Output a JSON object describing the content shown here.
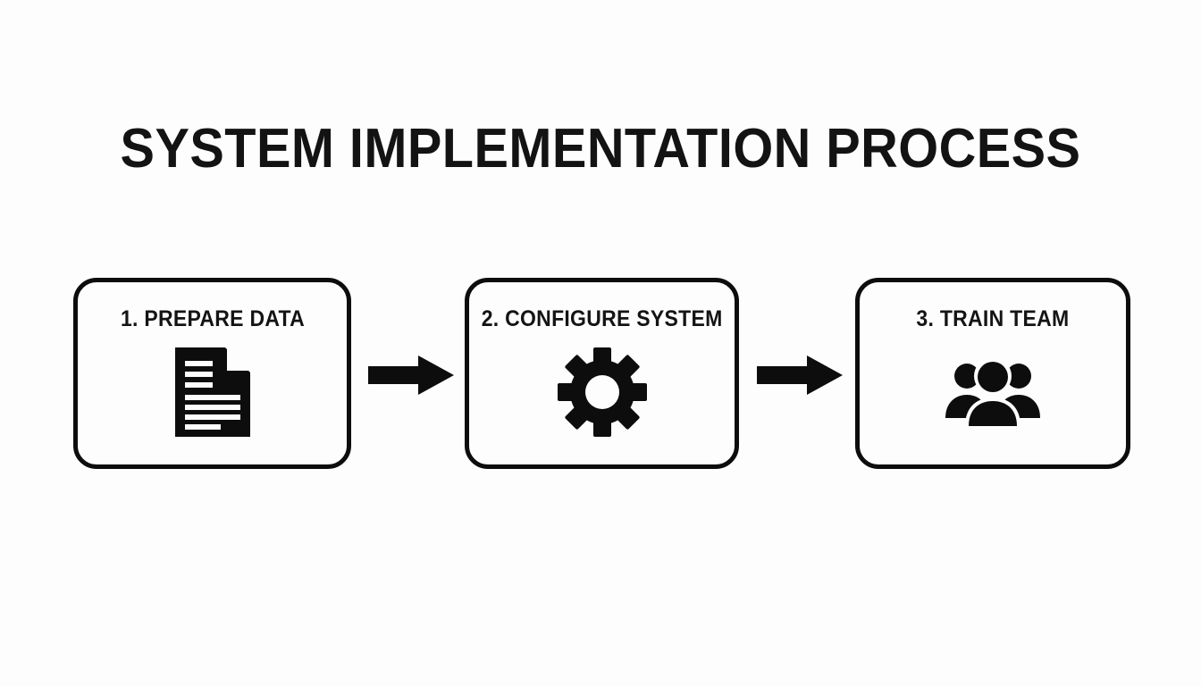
{
  "slide": {
    "title": "SYSTEM IMPLEMENTATION PROCESS",
    "background_color": "#fdfdfd",
    "ink_color": "#0d0d0d"
  },
  "process": {
    "steps": [
      {
        "label": "1. PREPARE DATA",
        "icon": "document-icon",
        "number": "1",
        "name": "PREPARE DATA"
      },
      {
        "label": "2. CONFIGURE SYSTEM",
        "icon": "gear-icon",
        "number": "2",
        "name": "CONFIGURE SYSTEM"
      },
      {
        "label": "3. TRAIN TEAM",
        "icon": "people-group-icon",
        "number": "3",
        "name": "TRAIN TEAM"
      }
    ],
    "connectors": [
      {
        "icon": "arrow-right-icon",
        "from": "1. PREPARE DATA",
        "to": "2. CONFIGURE SYSTEM"
      },
      {
        "icon": "arrow-right-icon",
        "from": "2. CONFIGURE SYSTEM",
        "to": "3. TRAIN TEAM"
      }
    ]
  }
}
